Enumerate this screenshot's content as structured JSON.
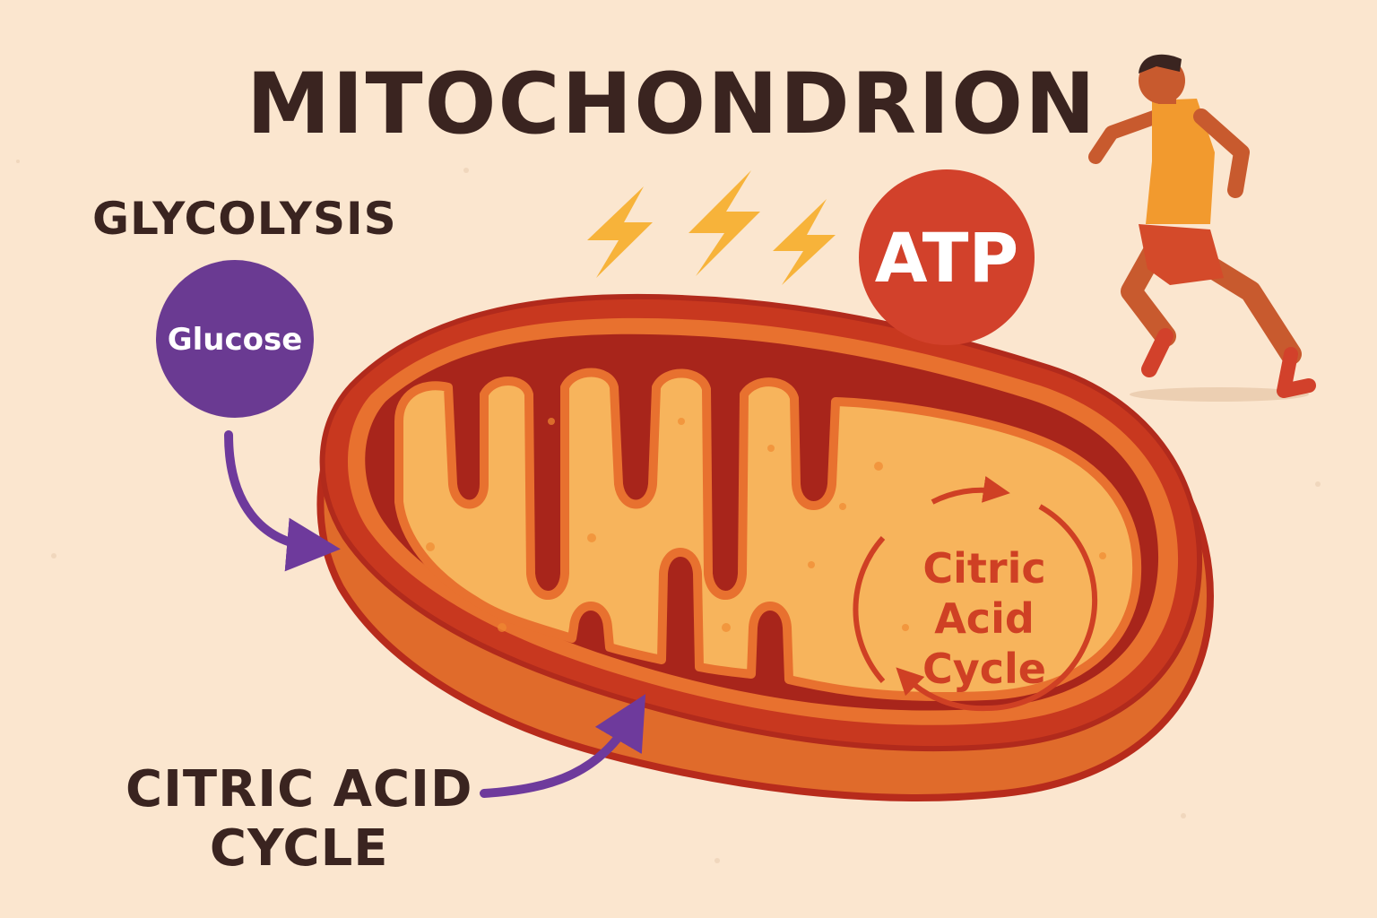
{
  "title": "MITOCHONDRION",
  "labels": {
    "glycolysis": "GLYCOLYSIS",
    "glucose": "Glucose",
    "atp": "ATP",
    "citric_acid_cycle_outside": [
      "CITRIC ACID",
      "CYCLE"
    ],
    "citric_acid_cycle_inside": [
      "Citric",
      "Acid",
      "Cycle"
    ]
  },
  "icons": [
    "lightning-bolt-icon",
    "runner-figure",
    "cycle-arrows-icon"
  ],
  "colors": {
    "background": "#fbe6cf",
    "text": "#3a2420",
    "outer_membrane": "#c8381f",
    "inner_membrane": "#b12a1c",
    "matrix": "#f7b45c",
    "glucose": "#6a3a92",
    "arrow": "#6e3a9c",
    "atp": "#d2412b",
    "lightning": "#f7b33a",
    "cycle": "#cf4024"
  }
}
